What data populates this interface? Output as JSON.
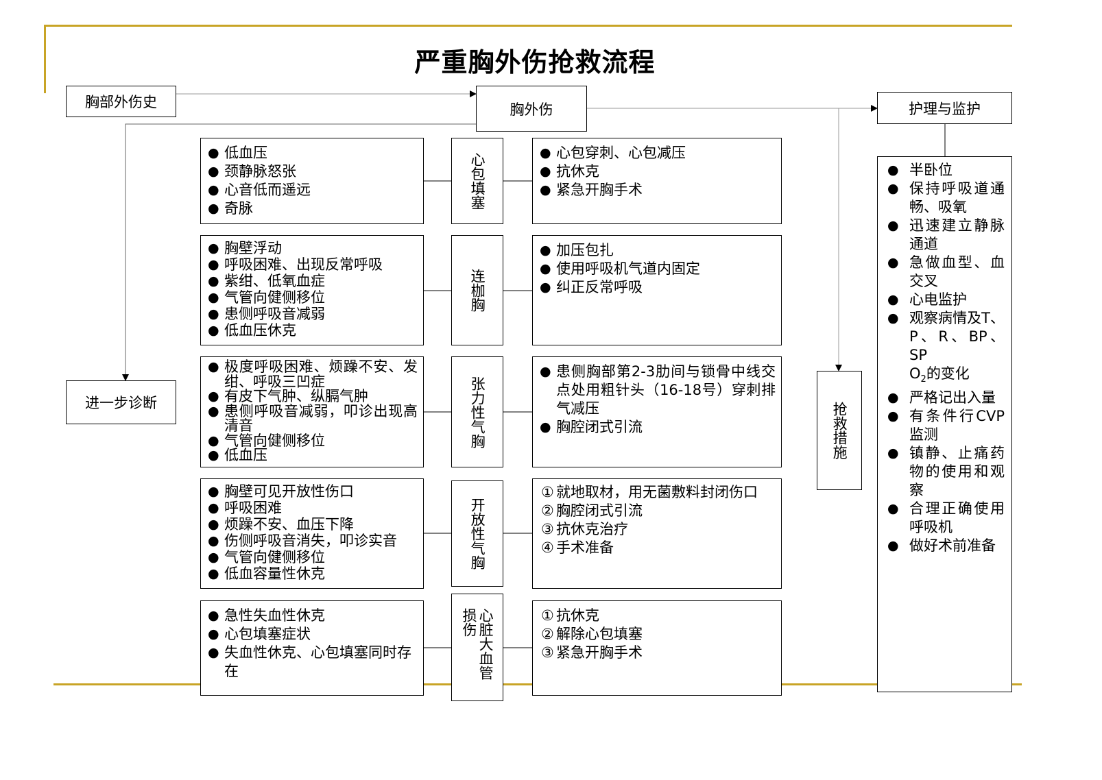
{
  "title": "严重胸外伤抢救流程",
  "nodes": {
    "history": "胸部外伤史",
    "trauma": "胸外伤",
    "care": "护理与监护",
    "diagnosis": "进一步诊断",
    "rescue": "抢救措施"
  },
  "rows": [
    {
      "name": "心包填塞",
      "symptoms": [
        "低血压",
        "颈静脉怒张",
        "心音低而遥远",
        "奇脉"
      ],
      "treatments": [
        "心包穿刺、心包减压",
        "抗休克",
        "紧急开胸手术"
      ]
    },
    {
      "name": "连枷胸",
      "symptoms": [
        "胸壁浮动",
        "呼吸困难、出现反常呼吸",
        "紫绀、低氧血症",
        "气管向健侧移位",
        "患侧呼吸音减弱",
        "低血压休克"
      ],
      "treatments": [
        "加压包扎",
        "使用呼吸机气道内固定",
        "纠正反常呼吸"
      ]
    },
    {
      "name": "张力性气胸",
      "symptoms": [
        "极度呼吸困难、烦躁不安、发绀、呼吸三凹症",
        "有皮下气肿、纵膈气肿",
        "患侧呼吸音减弱，叩诊出现高清音",
        "气管向健侧移位",
        "低血压"
      ],
      "treatments": [
        "患侧胸部第2-3肋间与锁骨中线交点处用粗针头（16-18号）穿刺排气减压",
        "胸腔闭式引流"
      ]
    },
    {
      "name": "开放性气胸",
      "symptoms": [
        "胸壁可见开放性伤口",
        "呼吸困难",
        "烦躁不安、血压下降",
        "伤侧呼吸音消失，叩诊实音",
        "气管向健侧移位",
        "低血容量性休克"
      ],
      "treatments": [
        {
          "num": "①",
          "text": "就地取材，用无菌敷料封闭伤口"
        },
        {
          "num": "②",
          "text": "胸腔闭式引流"
        },
        {
          "num": "③",
          "text": "抗休克治疗"
        },
        {
          "num": "④",
          "text": "手术准备"
        }
      ]
    },
    {
      "name": "心脏大血管损伤",
      "symptoms": [
        "急性失血性休克",
        "心包填塞症状",
        "失血性休克、心包填塞同时存在"
      ],
      "treatments": [
        {
          "num": "①",
          "text": "抗休克"
        },
        {
          "num": "②",
          "text": "解除心包填塞"
        },
        {
          "num": "③",
          "text": "紧急开胸手术"
        }
      ]
    }
  ],
  "care_items": [
    "半卧位",
    "保持呼吸道通畅、吸氧",
    "迅速建立静脉通道",
    "急做血型、血交叉",
    "心电监护",
    "观察病情及T、P、R、BP、SP",
    "严格记出入量",
    "有条件行CVP监测",
    "镇静、止痛药物的使用和观察",
    "合理正确使用呼吸机",
    "做好术前准备"
  ],
  "care_o2_label": "O",
  "care_o2_sub": "2",
  "care_o2_suffix": "的变化",
  "colors": {
    "accent": "#c8a426",
    "line": "#000000",
    "arrow": "#555555"
  }
}
